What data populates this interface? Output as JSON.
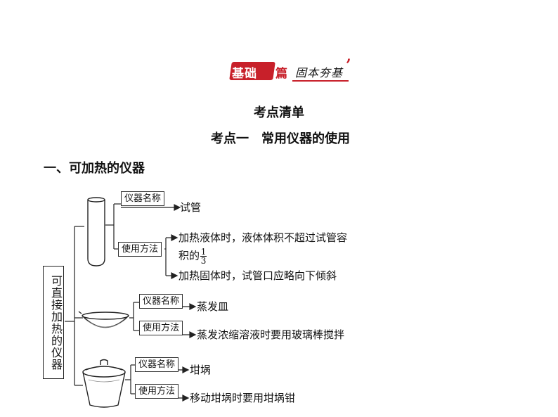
{
  "banner": {
    "red_label": "基础",
    "pian": "篇",
    "subtitle": "固本夯基",
    "quote": "’"
  },
  "section_title": "考点清单",
  "topic_title": "考点一　常用仪器的使用",
  "subsection_heading": "一、可加热的仪器",
  "category_label": "可直接加热的仪器",
  "instruments": [
    {
      "name_label": "仪器名称",
      "name": "试管",
      "usage_label": "使用方法",
      "usage": [
        "加热液体时，液体体积不超过试管容",
        "积的",
        "加热固体时，试管口应略向下倾斜"
      ],
      "fraction": {
        "num": "1",
        "den": "3"
      }
    },
    {
      "name_label": "仪器名称",
      "name": "蒸发皿",
      "usage_label": "使用方法",
      "usage": [
        "蒸发浓缩溶液时要用玻璃棒搅拌"
      ]
    },
    {
      "name_label": "仪器名称",
      "name": "坩埚",
      "usage_label": "使用方法",
      "usage": [
        "移动坩埚时要用坩埚钳"
      ]
    }
  ]
}
